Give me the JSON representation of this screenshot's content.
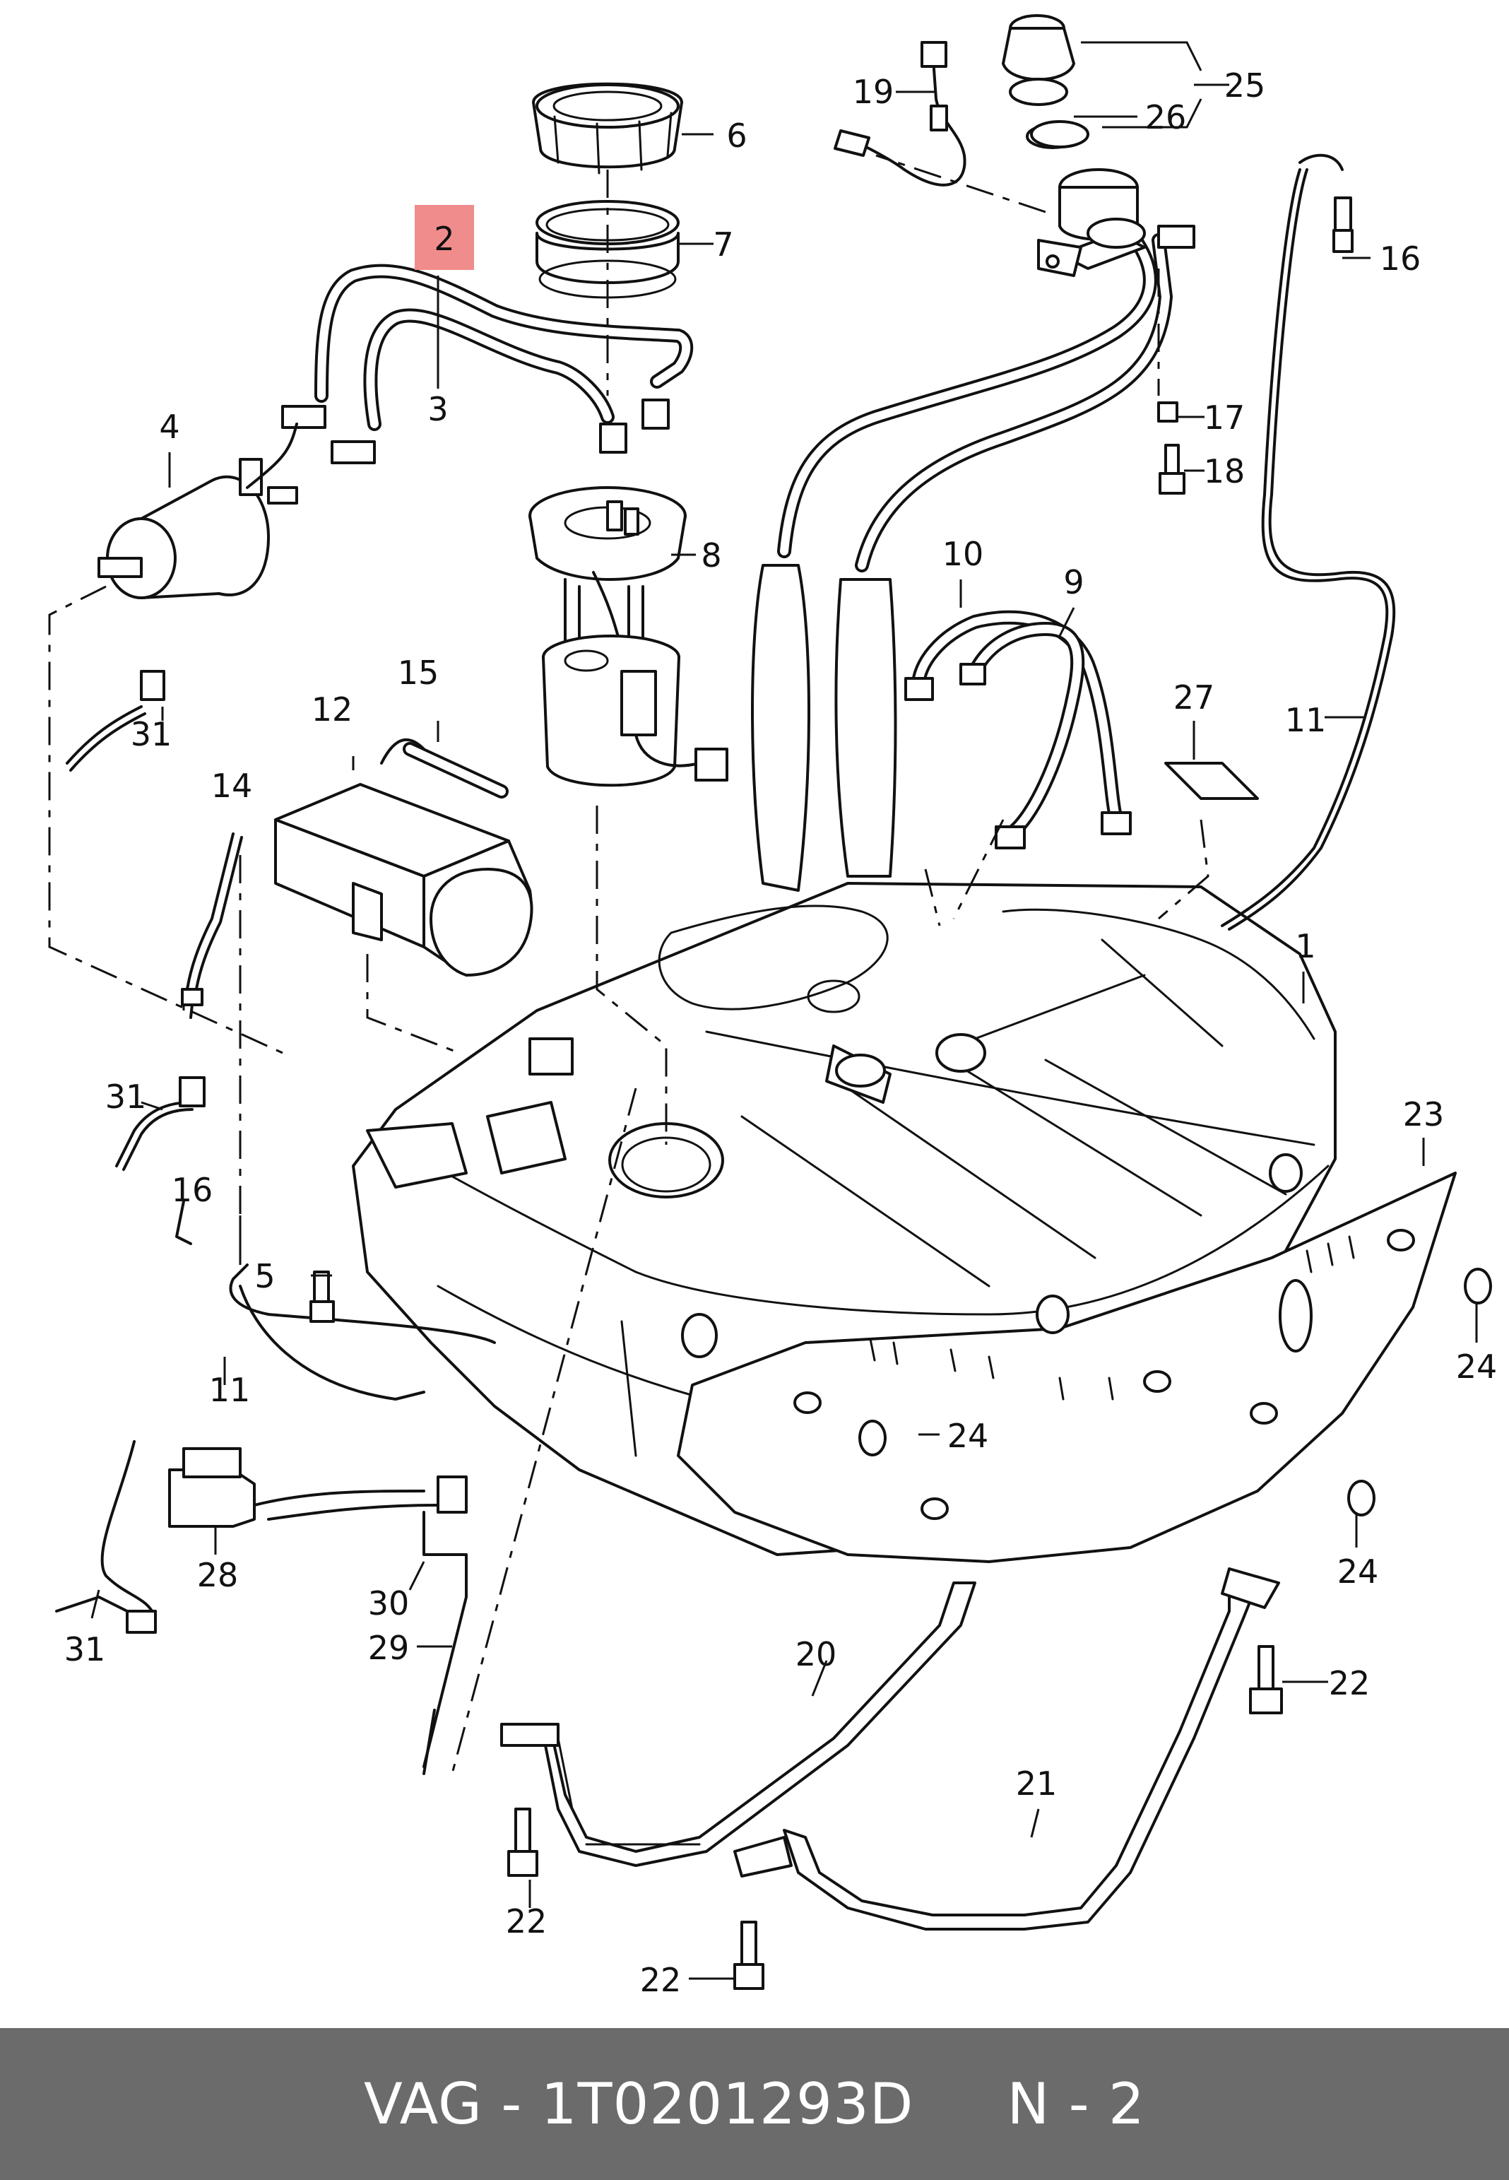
{
  "callouts": {
    "c1": "1",
    "c2": "2",
    "c3": "3",
    "c4": "4",
    "c5": "5",
    "c6": "6",
    "c7": "7",
    "c8": "8",
    "c9": "9",
    "c10": "10",
    "c11a": "11",
    "c11b": "11",
    "c12": "12",
    "c14": "14",
    "c15": "15",
    "c16a": "16",
    "c16b": "16",
    "c17": "17",
    "c18": "18",
    "c19": "19",
    "c20": "20",
    "c21": "21",
    "c22a": "22",
    "c22b": "22",
    "c22c": "22",
    "c23": "23",
    "c24a": "24",
    "c24b": "24",
    "c24c": "24",
    "c25": "25",
    "c26": "26",
    "c27": "27",
    "c28": "28",
    "c29": "29",
    "c30": "30",
    "c31a": "31",
    "c31b": "31",
    "c31c": "31"
  },
  "highlight": {
    "label": "2",
    "color": "#f08c8c"
  },
  "footer": {
    "text": "VAG - 1T0201293D     N - 2",
    "background": "#6b6b6b",
    "color": "#ffffff"
  }
}
